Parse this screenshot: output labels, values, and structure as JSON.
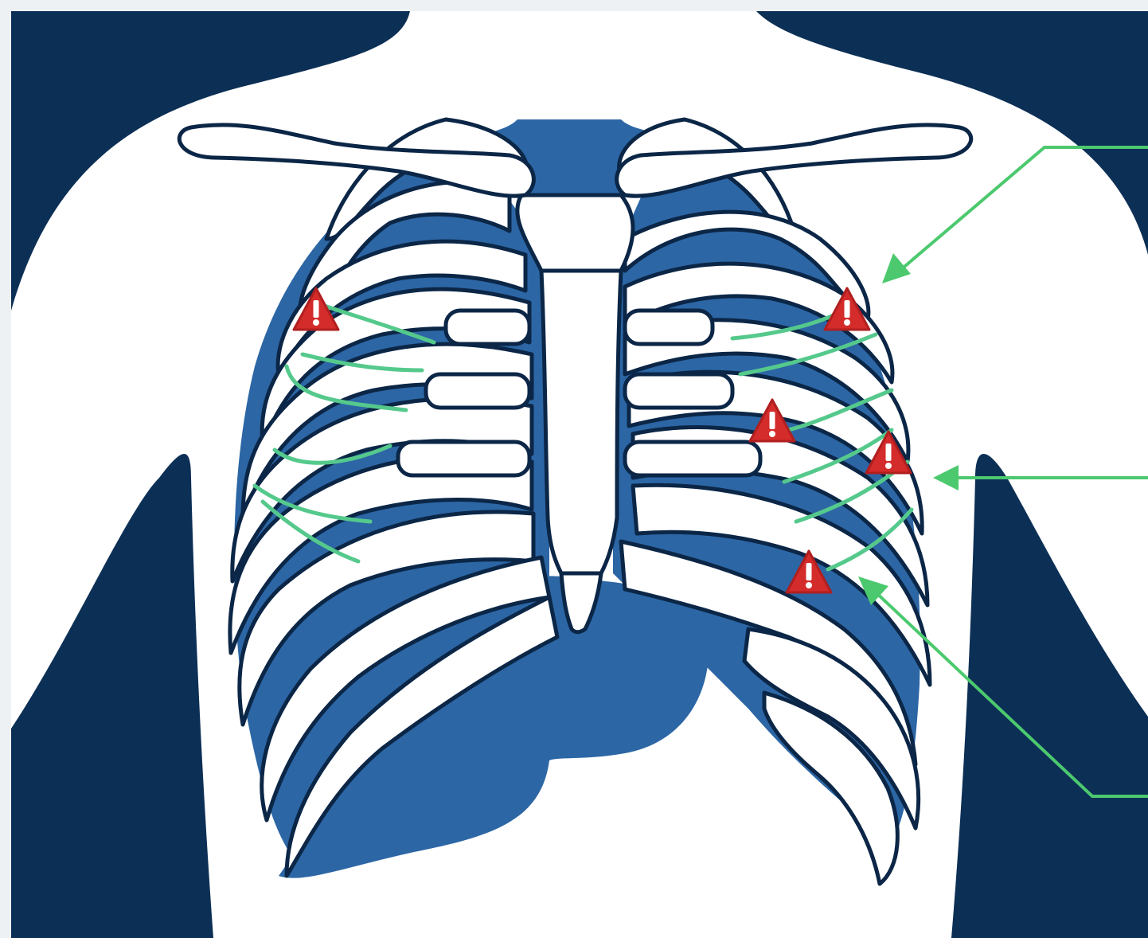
{
  "diagram": {
    "colors": {
      "background": "#0c2f55",
      "body": "#ffffff",
      "lung": "#2c66a5",
      "bone": "#ffffff",
      "outline": "#0b2646",
      "highlight": "#55c98c",
      "arrow": "#4cc96e",
      "warning": "#d42b2b",
      "warning_mark": "#ffffff"
    },
    "icons": {
      "warning": "warning-triangle-icon"
    },
    "warning_markers": [
      {
        "side": "right",
        "rib": 3
      },
      {
        "side": "left",
        "rib": 3
      },
      {
        "side": "left",
        "rib": 5
      },
      {
        "side": "left",
        "rib": 6
      },
      {
        "side": "left",
        "rib": 7
      }
    ],
    "callouts": [
      {
        "target": "upper-left-chest"
      },
      {
        "target": "mid-left-chest"
      },
      {
        "target": "lower-left-chest"
      }
    ]
  }
}
